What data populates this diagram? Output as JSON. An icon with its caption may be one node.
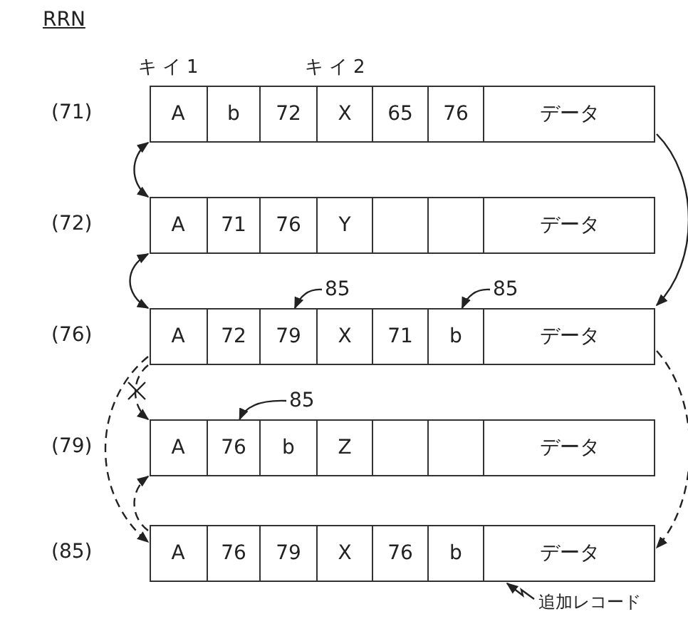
{
  "diagram": {
    "title": "RRN",
    "nodes": [
      {
        "text": [],
        "shape": "box",
        "beside": [
          "(71)"
        ]
      },
      {
        "text": [
          "A"
        ],
        "in": 0
      },
      {
        "text": [
          "b"
        ],
        "in": 0
      },
      {
        "text": [
          "72"
        ],
        "in": 0
      },
      {
        "text": [
          "X"
        ],
        "in": 0
      },
      {
        "text": [
          "65"
        ],
        "in": 0
      },
      {
        "text": [
          "76"
        ],
        "in": 0
      },
      {
        "text": [
          "データ"
        ],
        "in": 0
      },
      {
        "text": [],
        "shape": "box",
        "beside": [
          "(72)"
        ]
      },
      {
        "text": [
          "A"
        ],
        "in": 8
      },
      {
        "text": [
          "71"
        ],
        "in": 8
      },
      {
        "text": [
          "76"
        ],
        "in": 8
      },
      {
        "text": [
          "Y"
        ],
        "in": 8
      },
      {
        "text": [],
        "shape": "box",
        "in": 8
      },
      {
        "text": [],
        "shape": "box",
        "in": 8
      },
      {
        "text": [
          "データ"
        ],
        "in": 8
      },
      {
        "text": [
          "85"
        ]
      },
      {
        "text": [
          "85"
        ]
      },
      {
        "text": [],
        "shape": "box",
        "beside": [
          "(76)"
        ]
      },
      {
        "text": [
          "A"
        ],
        "in": 18
      },
      {
        "text": [
          "72"
        ],
        "in": 18
      },
      {
        "text": [
          "79"
        ],
        "in": 18
      },
      {
        "text": [
          "X"
        ],
        "in": 18
      },
      {
        "text": [
          "71"
        ],
        "in": 18
      },
      {
        "text": [
          "b"
        ],
        "in": 18
      },
      {
        "text": [
          "データ"
        ],
        "in": 18
      },
      {
        "text": [
          "85"
        ]
      },
      {
        "text": [],
        "shape": "box",
        "beside": [
          "(79)"
        ]
      },
      {
        "text": [
          "A"
        ],
        "in": 27
      },
      {
        "text": [
          "76"
        ],
        "in": 27
      },
      {
        "text": [
          "b"
        ],
        "in": 27
      },
      {
        "text": [
          "Z"
        ],
        "in": 27
      },
      {
        "text": [],
        "shape": "box",
        "in": 27
      },
      {
        "text": [],
        "shape": "box",
        "in": 27
      },
      {
        "text": [
          "データ"
        ],
        "in": 27
      },
      {
        "text": [],
        "shape": "box",
        "beside": [
          "(85)"
        ]
      },
      {
        "text": [
          "A"
        ],
        "in": 35
      },
      {
        "text": [
          "76"
        ],
        "in": 35
      },
      {
        "text": [
          "79"
        ],
        "in": 35
      },
      {
        "text": [
          "X"
        ],
        "in": 35
      },
      {
        "text": [
          "76"
        ],
        "in": 35
      },
      {
        "text": [
          "b"
        ],
        "in": 35
      },
      {
        "text": [
          "データ"
        ],
        "in": 35
      },
      {
        "text": [
          "追加レコード"
        ]
      }
    ],
    "edges": [
      {
        "from": 0,
        "to": 8,
        "arrow": "both"
      },
      {
        "from": 8,
        "to": 18,
        "arrow": "both"
      },
      {
        "from": 0,
        "to": 18,
        "arrow": "to"
      },
      {
        "from": 18,
        "to": 27,
        "arrow": "to",
        "style": "dashed"
      },
      {
        "from": 18,
        "to": 35,
        "arrow": "to",
        "style": "dashed"
      },
      {
        "from": 35,
        "to": 27,
        "arrow": "to",
        "style": "dashed"
      },
      {
        "from": 18,
        "to": 35,
        "arrow": "to",
        "style": "dashed"
      },
      {
        "from": 16,
        "to": 21,
        "arrow": "to"
      },
      {
        "from": 17,
        "to": 24,
        "arrow": "to"
      },
      {
        "from": 26,
        "to": 29,
        "arrow": "to"
      },
      {
        "from": 43,
        "to": 35,
        "arrow": "to"
      }
    ],
    "labels": [
      "キイ1",
      "キイ2"
    ]
  }
}
